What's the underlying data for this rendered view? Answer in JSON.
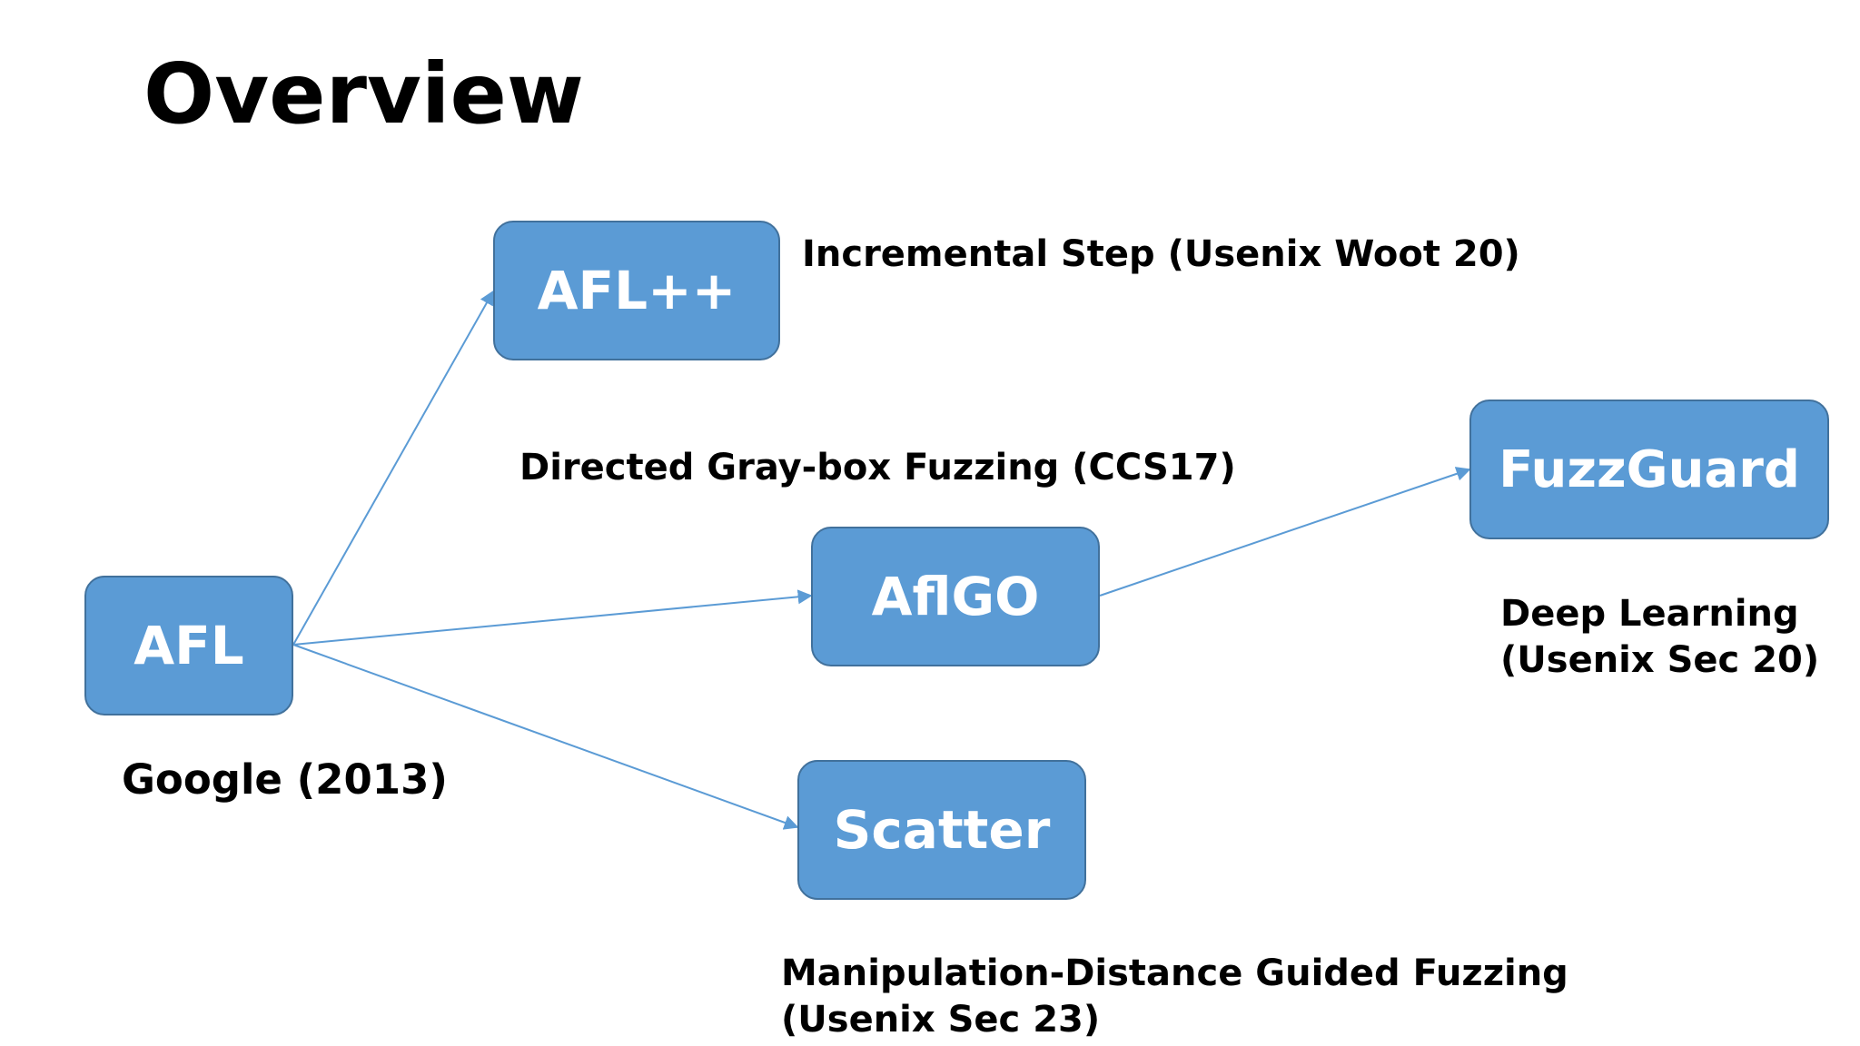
{
  "slide": {
    "title": "Overview"
  },
  "nodes": {
    "afl": {
      "label": "AFL"
    },
    "aflpp": {
      "label": "AFL++"
    },
    "aflgo": {
      "label": "AflGO"
    },
    "scatter": {
      "label": "Scatter"
    },
    "fuzzguard": {
      "label": "FuzzGuard"
    }
  },
  "captions": {
    "afl": [
      "Google (2013)"
    ],
    "aflpp": [
      "Incremental Step (Usenix Woot 20)"
    ],
    "aflgo": [
      "Directed Gray-box Fuzzing (CCS17)"
    ],
    "fuzzguard": [
      "Deep Learning",
      "(Usenix Sec 20)"
    ],
    "scatter": [
      "Manipulation-Distance Guided Fuzzing",
      "(Usenix Sec 23)"
    ]
  },
  "edges": [
    {
      "from": "afl",
      "to": "aflpp"
    },
    {
      "from": "afl",
      "to": "aflgo"
    },
    {
      "from": "afl",
      "to": "scatter"
    },
    {
      "from": "aflgo",
      "to": "fuzzguard"
    }
  ],
  "colors": {
    "node_fill": "#5b9bd5",
    "node_border": "#41719c",
    "edge": "#5b9bd5",
    "text": "#000000"
  }
}
